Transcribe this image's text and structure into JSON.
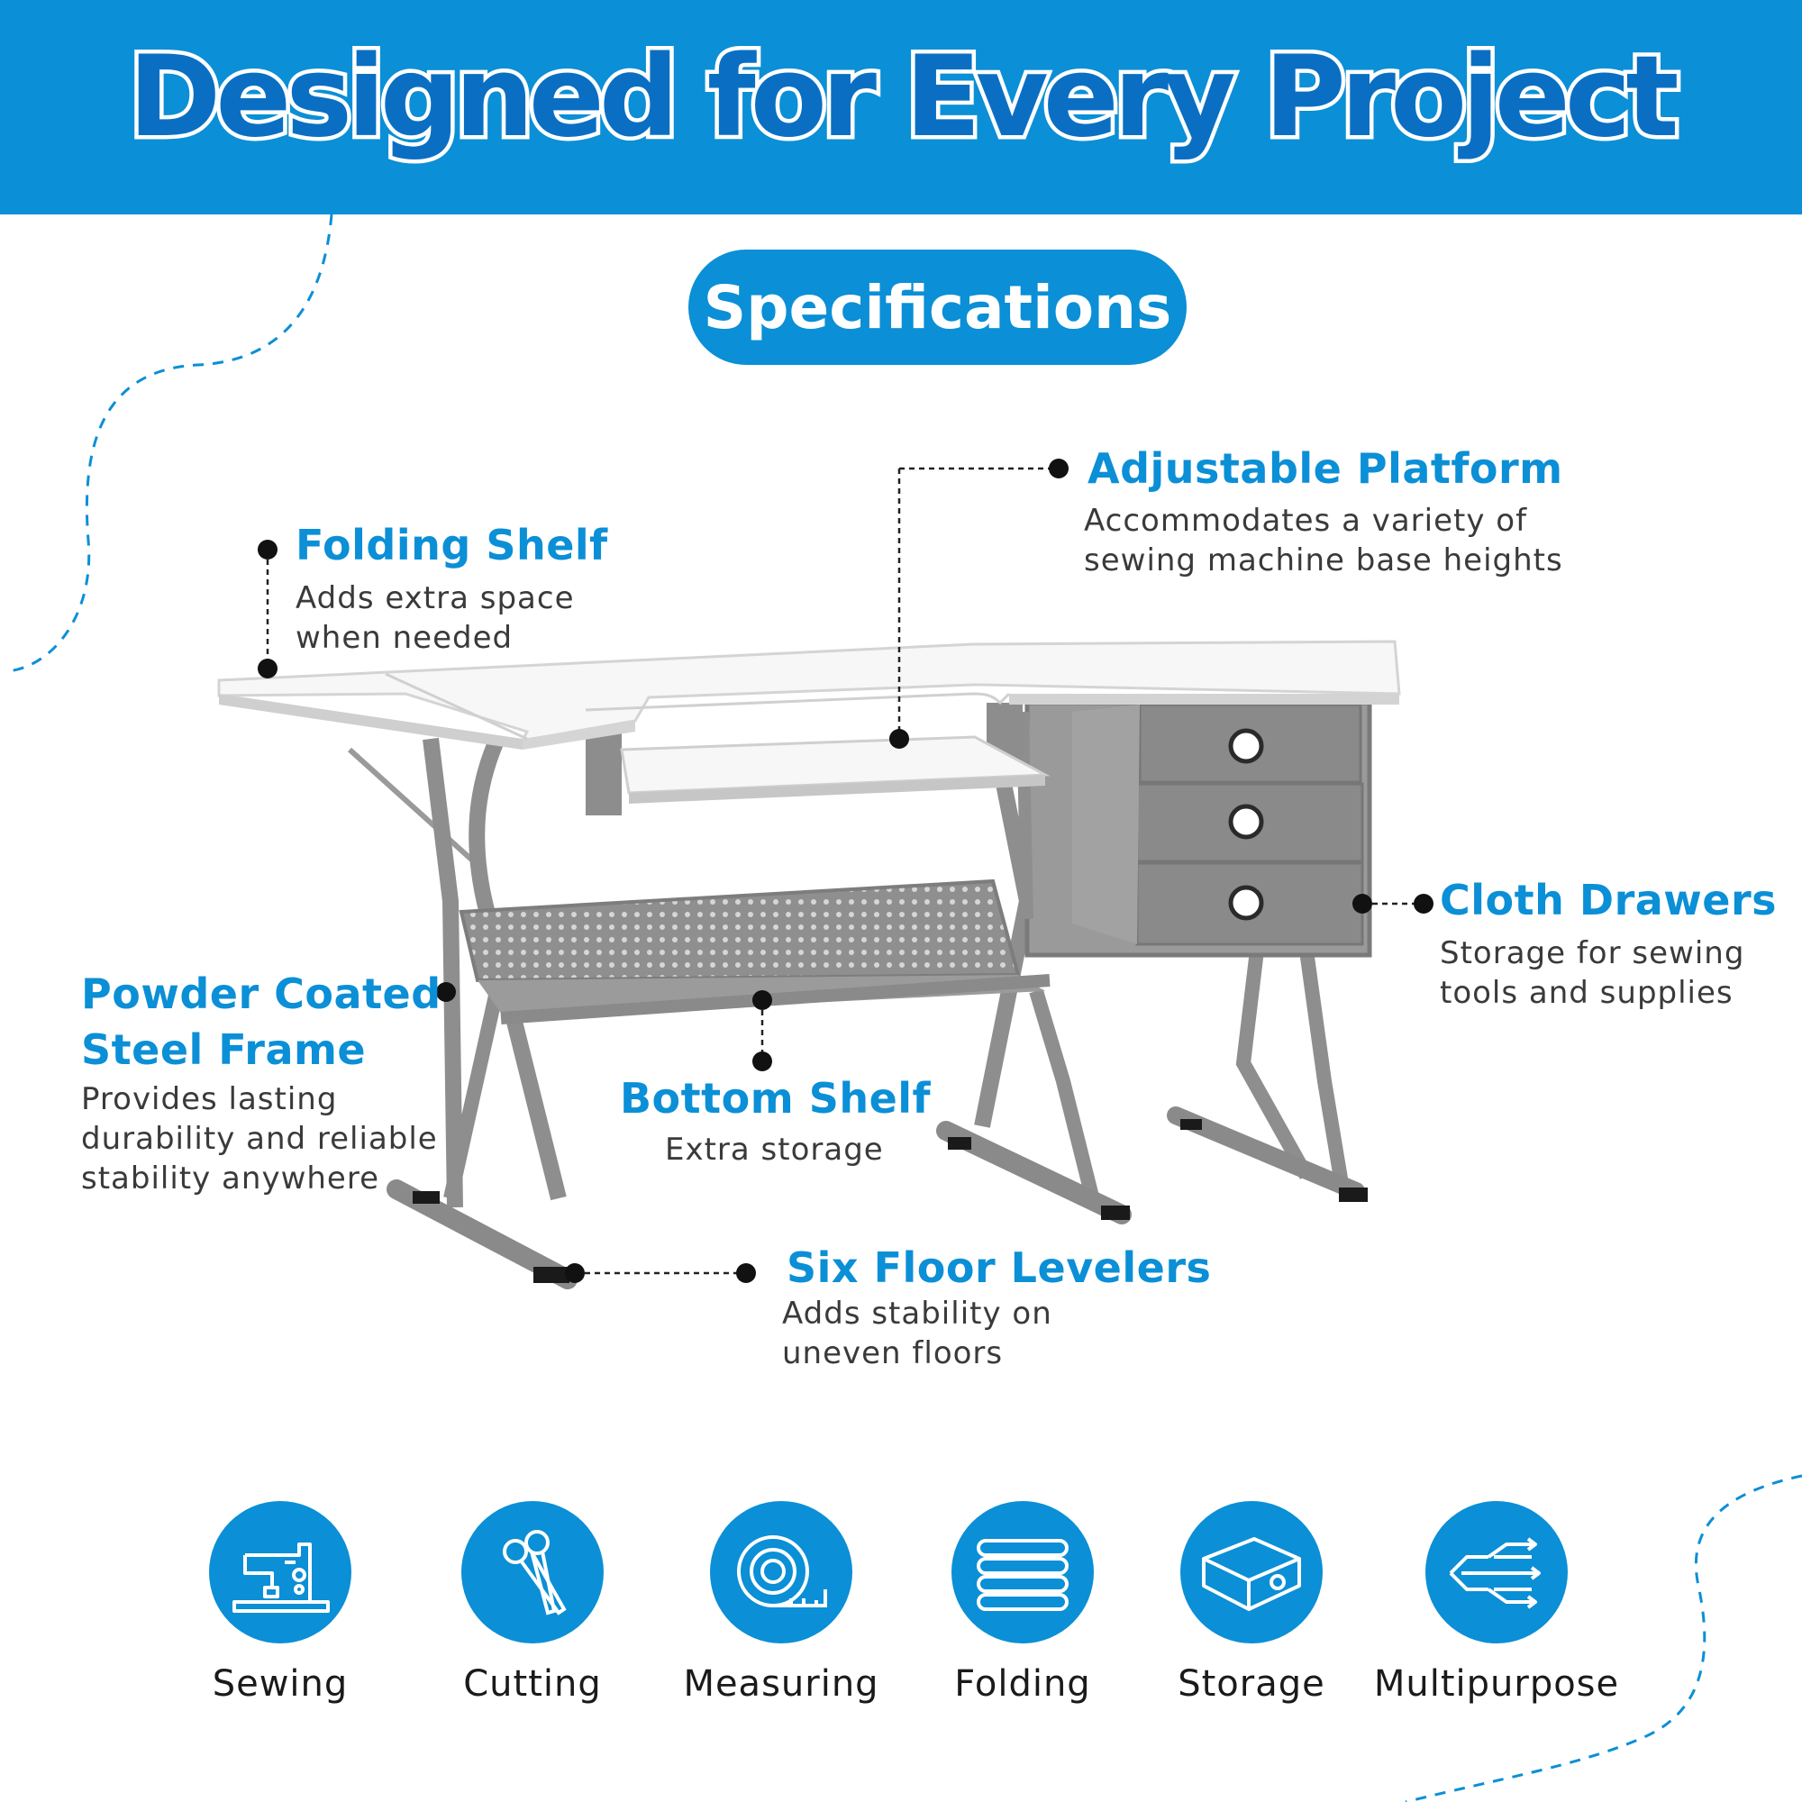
{
  "header": {
    "title": "Designed for Every Project"
  },
  "section_pill": {
    "label": "Specifications"
  },
  "colors": {
    "brand_blue": "#0b8fd6",
    "title_blue": "#0a6fc3",
    "frame_gray": "#8e8e8e",
    "drawer_gray": "#8a8a8a"
  },
  "callouts": {
    "folding_shelf": {
      "title": "Folding Shelf",
      "desc_1": "Adds extra space",
      "desc_2": "when needed"
    },
    "adjustable_platform": {
      "title": "Adjustable Platform",
      "desc_1": "Accommodates a variety of",
      "desc_2": "sewing machine base heights"
    },
    "cloth_drawers": {
      "title": "Cloth Drawers",
      "desc_1": "Storage for sewing",
      "desc_2": "tools and supplies"
    },
    "steel_frame": {
      "title_1": "Powder Coated",
      "title_2": "Steel Frame",
      "desc_1": "Provides lasting",
      "desc_2": "durability and reliable",
      "desc_3": "stability anywhere"
    },
    "bottom_shelf": {
      "title": "Bottom Shelf",
      "desc_1": "Extra storage"
    },
    "floor_levelers": {
      "title": "Six Floor Levelers",
      "desc_1": "Adds stability on",
      "desc_2": "uneven floors"
    }
  },
  "uses": [
    {
      "label": "Sewing",
      "icon": "sewing-machine-icon"
    },
    {
      "label": "Cutting",
      "icon": "scissors-icon"
    },
    {
      "label": "Measuring",
      "icon": "tape-measure-icon"
    },
    {
      "label": "Folding",
      "icon": "folded-fabric-icon"
    },
    {
      "label": "Storage",
      "icon": "storage-box-icon"
    },
    {
      "label": "Multipurpose",
      "icon": "multi-arrows-icon"
    }
  ]
}
